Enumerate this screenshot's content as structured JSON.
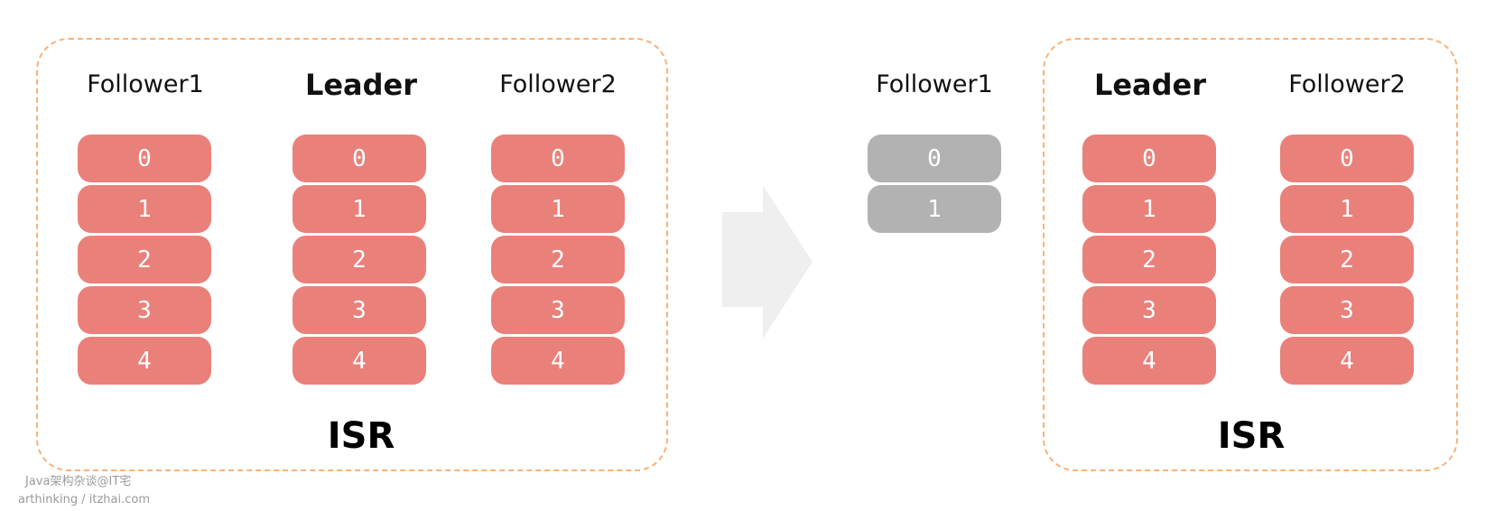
{
  "left_panel": {
    "isr_label": "ISR",
    "columns": [
      {
        "title": "Follower1",
        "cells": [
          "0",
          "1",
          "2",
          "3",
          "4"
        ]
      },
      {
        "title": "Leader",
        "cells": [
          "0",
          "1",
          "2",
          "3",
          "4"
        ]
      },
      {
        "title": "Follower2",
        "cells": [
          "0",
          "1",
          "2",
          "3",
          "4"
        ]
      }
    ]
  },
  "right_panel": {
    "isr_label": "ISR",
    "outside_column": {
      "title": "Follower1",
      "cells": [
        "0",
        "1"
      ]
    },
    "columns": [
      {
        "title": "Leader",
        "cells": [
          "0",
          "1",
          "2",
          "3",
          "4"
        ]
      },
      {
        "title": "Follower2",
        "cells": [
          "0",
          "1",
          "2",
          "3",
          "4"
        ]
      }
    ]
  },
  "colors": {
    "in_sync_cell": "#ea807a",
    "lagging_cell": "#b2b2b2",
    "isr_border": "#f7b27a",
    "arrow": "#efefef"
  },
  "watermark": {
    "line1": "Java架构杂谈@IT宅",
    "line2": "arthinking / itzhai.com"
  }
}
